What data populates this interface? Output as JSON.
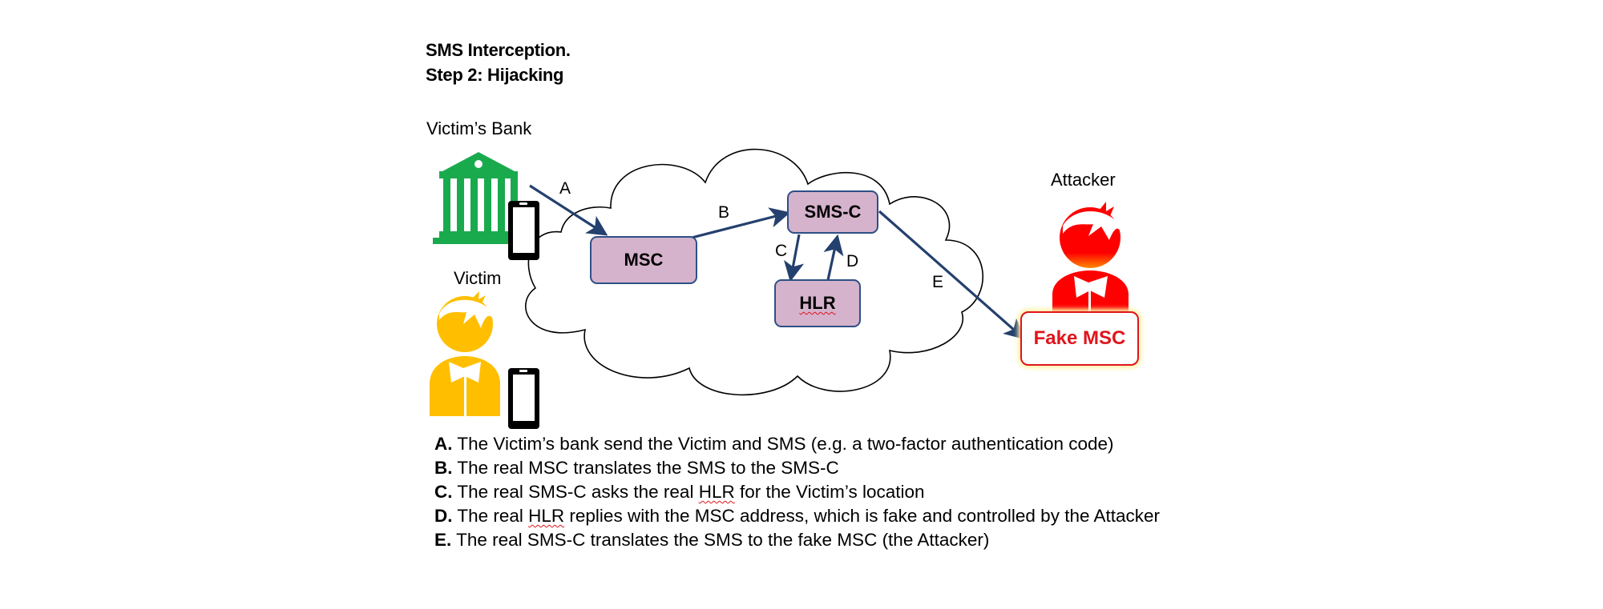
{
  "title": {
    "line1": "SMS Interception.",
    "line2": "Step 2: Hijacking"
  },
  "actors": {
    "bank": {
      "label": "Victim’s Bank",
      "icon": "bank-building-icon",
      "color": "#1aaa4e"
    },
    "victim": {
      "label": "Victim",
      "icon": "person-icon",
      "color": "#ffbf00"
    },
    "attacker": {
      "label": "Attacker",
      "icon": "person-icon",
      "color": "#ff0000"
    }
  },
  "nodes": {
    "msc": "MSC",
    "smsc": "SMS-C",
    "hlr": "HLR",
    "fake_msc": "Fake MSC"
  },
  "colors": {
    "node_fill": "#d5b3cc",
    "node_border": "#2f4f86",
    "arrow": "#24406e",
    "fake_border": "#e0141b"
  },
  "edges": [
    {
      "key": "A",
      "from": "bank",
      "to": "msc"
    },
    {
      "key": "B",
      "from": "msc",
      "to": "smsc"
    },
    {
      "key": "C",
      "from": "smsc",
      "to": "hlr"
    },
    {
      "key": "D",
      "from": "hlr",
      "to": "smsc"
    },
    {
      "key": "E",
      "from": "smsc",
      "to": "fake_msc"
    }
  ],
  "legend": [
    {
      "key": "A.",
      "text": " The Victim’s bank send the Victim and SMS (e.g. a two-factor authentication code)"
    },
    {
      "key": "B.",
      "text": " The real MSC translates the SMS to the SMS-C"
    },
    {
      "key": "C.",
      "pre": " The real SMS-C asks the real ",
      "mark": "HLR",
      "post": " for the Victim’s location"
    },
    {
      "key": "D.",
      "pre": " The real ",
      "mark": "HLR",
      "post": " replies with the MSC address, which is fake and controlled by the Attacker"
    },
    {
      "key": "E.",
      "text": " The real SMS-C translates the SMS to the fake MSC (the Attacker)"
    }
  ]
}
